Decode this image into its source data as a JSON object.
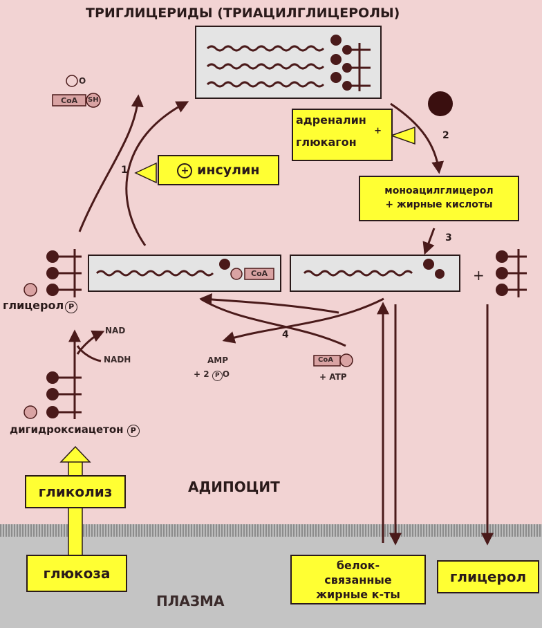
{
  "title": "ТРИГЛИЦЕРИДЫ (ТРИАЦИЛГЛИЦЕРОЛЫ)",
  "regions": {
    "cell": "АДИПОЦИТ",
    "plasma": "ПЛАЗМА"
  },
  "regulators": {
    "adrenaline": "адреналин",
    "glucagon": "глюкагон",
    "insulin": "инсулин",
    "plus_sign": "+"
  },
  "boxes": {
    "monoacylglycerol": "моноацилглицерол",
    "fatty_acids": "+ жирные кислоты",
    "glycolysis": "гликолиз",
    "glucose": "глюкоза",
    "protein_bound_1": "белок-",
    "protein_bound_2": "связанные",
    "protein_bound_3": "жирные к-ты",
    "glycerol_plasma": "глицерол"
  },
  "labels": {
    "glycerol_p": "глицерол",
    "p_symbol": "P",
    "dihydroxyacetone": "дигидроксиацетон",
    "nad": "NAD",
    "nadh": "NADH",
    "amp": "AMP",
    "two_pi": "+ 2",
    "pi_suffix": "O",
    "coa": "CoA",
    "sh": "SH",
    "atp": "+ ATP",
    "pi_top": "O",
    "plus_between": "+"
  },
  "step_numbers": [
    "1",
    "2",
    "3",
    "4"
  ],
  "colors": {
    "cell_bg": "#f2d3d3",
    "plasma_bg": "#c4c4c4",
    "yellow": "#ffff33",
    "dark": "#4a1a1a",
    "box_bg": "#e4e4e4"
  }
}
